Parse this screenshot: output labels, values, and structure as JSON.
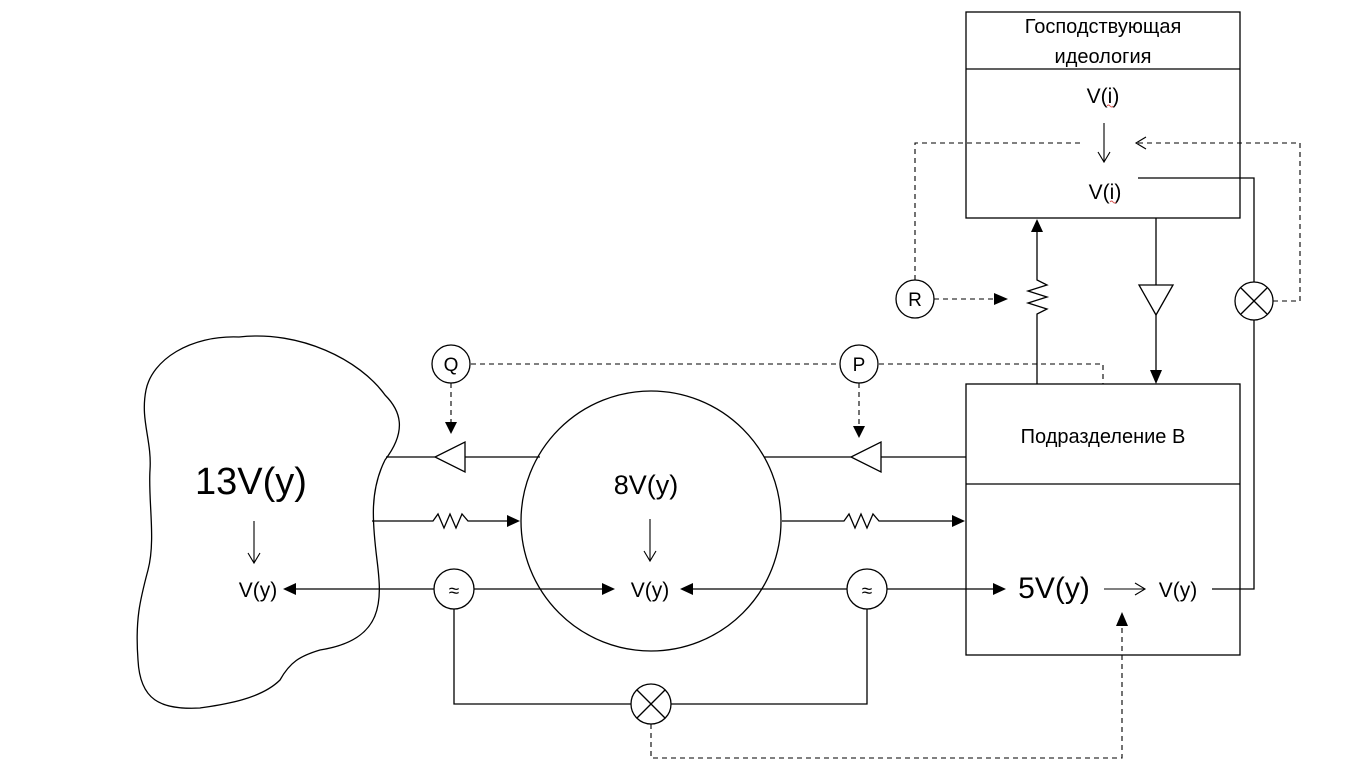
{
  "blocks": {
    "ideology": {
      "title_line1": "Господствующая",
      "title_line2": "идеология",
      "top_label": "V(i)",
      "bottom_label": "V(i)"
    },
    "division_b": {
      "title": "Подразделение B",
      "main_label": "5V(y)",
      "side_label": "V(y)"
    },
    "circle": {
      "main_label": "8V(y)",
      "sub_label": "V(y)"
    },
    "blob": {
      "main_label": "13V(y)",
      "sub_label": "V(y)"
    }
  },
  "nodes": {
    "q": "Q",
    "p": "P",
    "r": "R",
    "tilde_left": "≈",
    "tilde_right": "≈"
  },
  "icons": {
    "cross": "circle-x-icon",
    "triangle": "triangle-amplifier-icon",
    "resistor": "zigzag-resistor-icon"
  },
  "colors": {
    "stroke": "#000000",
    "background": "#ffffff",
    "spellcheck": "#d9534f"
  }
}
